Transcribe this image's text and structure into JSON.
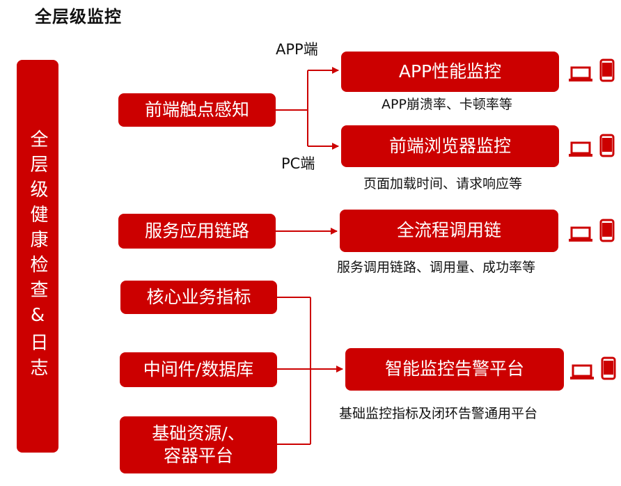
{
  "title": "全层级监控",
  "left_bar": "全层级健康检查&日志",
  "sources": {
    "frontend": "前端触点感知",
    "service": "服务应用链路",
    "core": "核心业务指标",
    "middleware": "中间件/数据库",
    "infra": "基础资源/、\n容器平台"
  },
  "edge_labels": {
    "app": "APP端",
    "pc": "PC端"
  },
  "targets": {
    "app_perf": {
      "label": "APP性能监控",
      "desc": "APP崩溃率、卡顿率等"
    },
    "web_perf": {
      "label": "前端浏览器监控",
      "desc": "页面加载时间、请求响应等"
    },
    "trace": {
      "label": "全流程调用链",
      "desc": "服务调用链路、调用量、成功率等"
    },
    "alert": {
      "label": "智能监控告警平台",
      "desc": "基础监控指标及闭环告警通用平台"
    }
  },
  "icons": [
    "laptop-icon",
    "phone-icon"
  ],
  "colors": {
    "accent": "#cc0000",
    "text": "#111111",
    "background": "#ffffff"
  }
}
